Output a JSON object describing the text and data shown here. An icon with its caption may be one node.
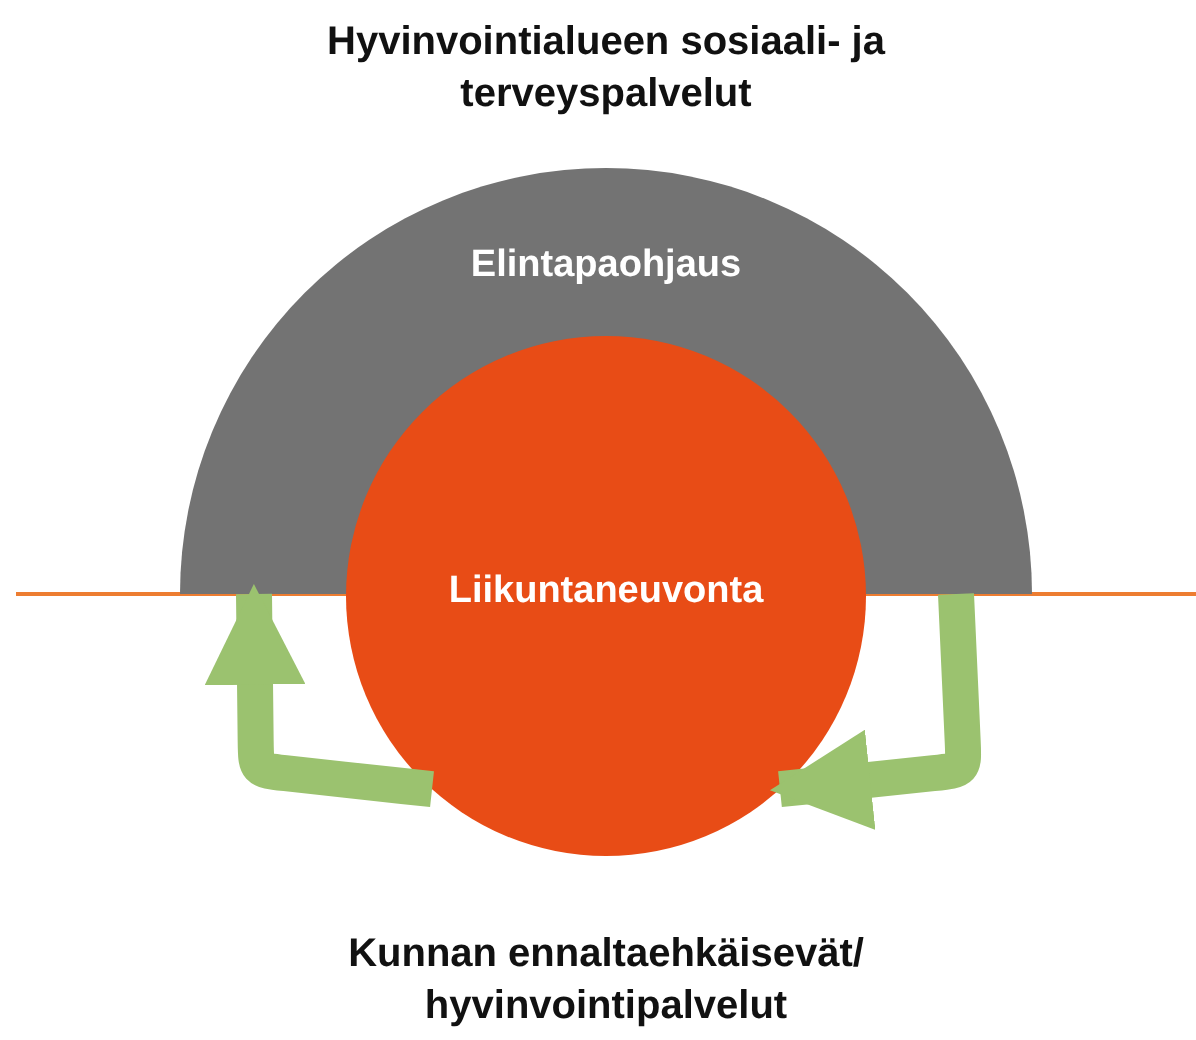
{
  "diagram": {
    "nodes": [
      {
        "text": [
          "Elintapaohjaus"
        ]
      },
      {
        "text": [
          "Liikuntaneuvonta"
        ]
      }
    ],
    "edges": [
      {
        "from": 1,
        "to": 0,
        "arrow": "to"
      },
      {
        "from": 0,
        "to": 1,
        "arrow": "to"
      }
    ],
    "labels": [
      "Hyvinvointialueen sosiaali- ja terveyspalvelut",
      "Kunnan ennaltaehkäisevät/ hyvinvointipalvelut"
    ]
  }
}
